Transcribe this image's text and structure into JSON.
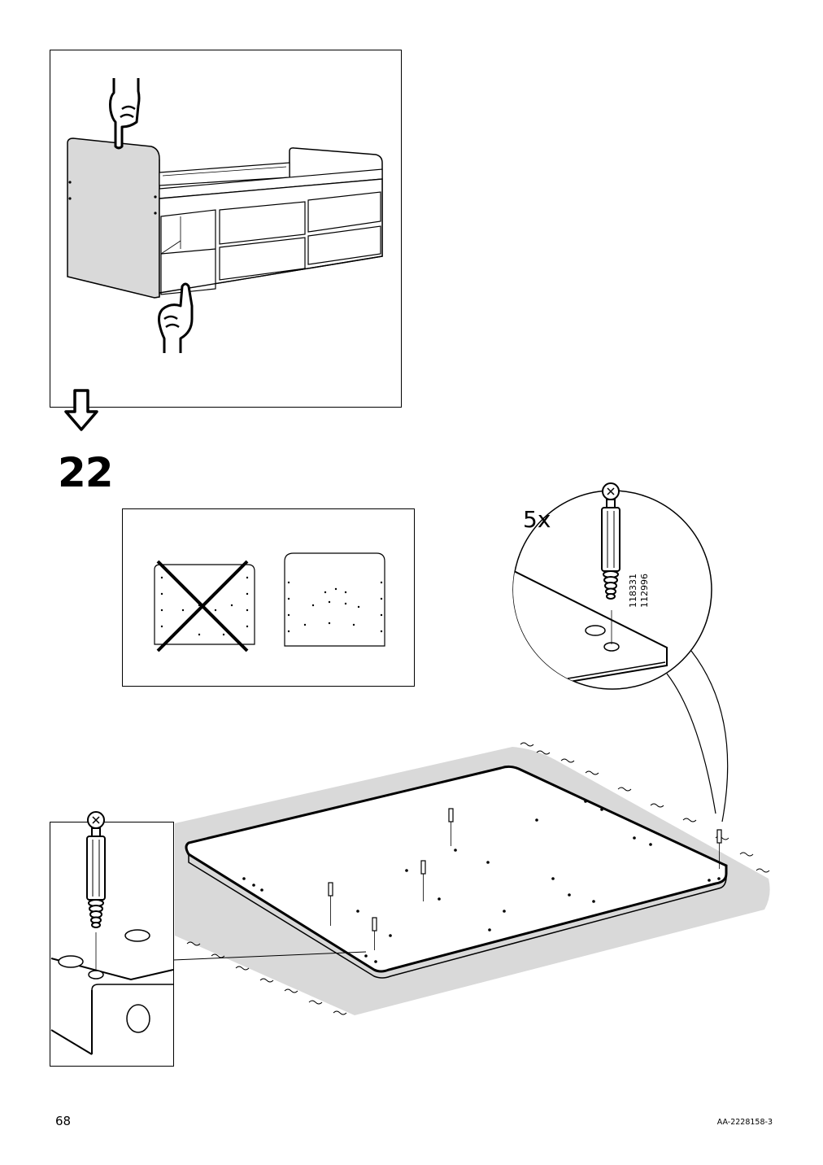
{
  "step": {
    "number": "22"
  },
  "part": {
    "quantity": "5x",
    "numbers": [
      "118331",
      "112996"
    ]
  },
  "footer": {
    "page_number": "68",
    "document_code": "AA-2228158-3"
  },
  "icons": [
    "hand-pointing-down-icon",
    "hand-pointing-up-icon",
    "next-step-arrow-icon",
    "cross-out-icon",
    "dowel-icon"
  ]
}
